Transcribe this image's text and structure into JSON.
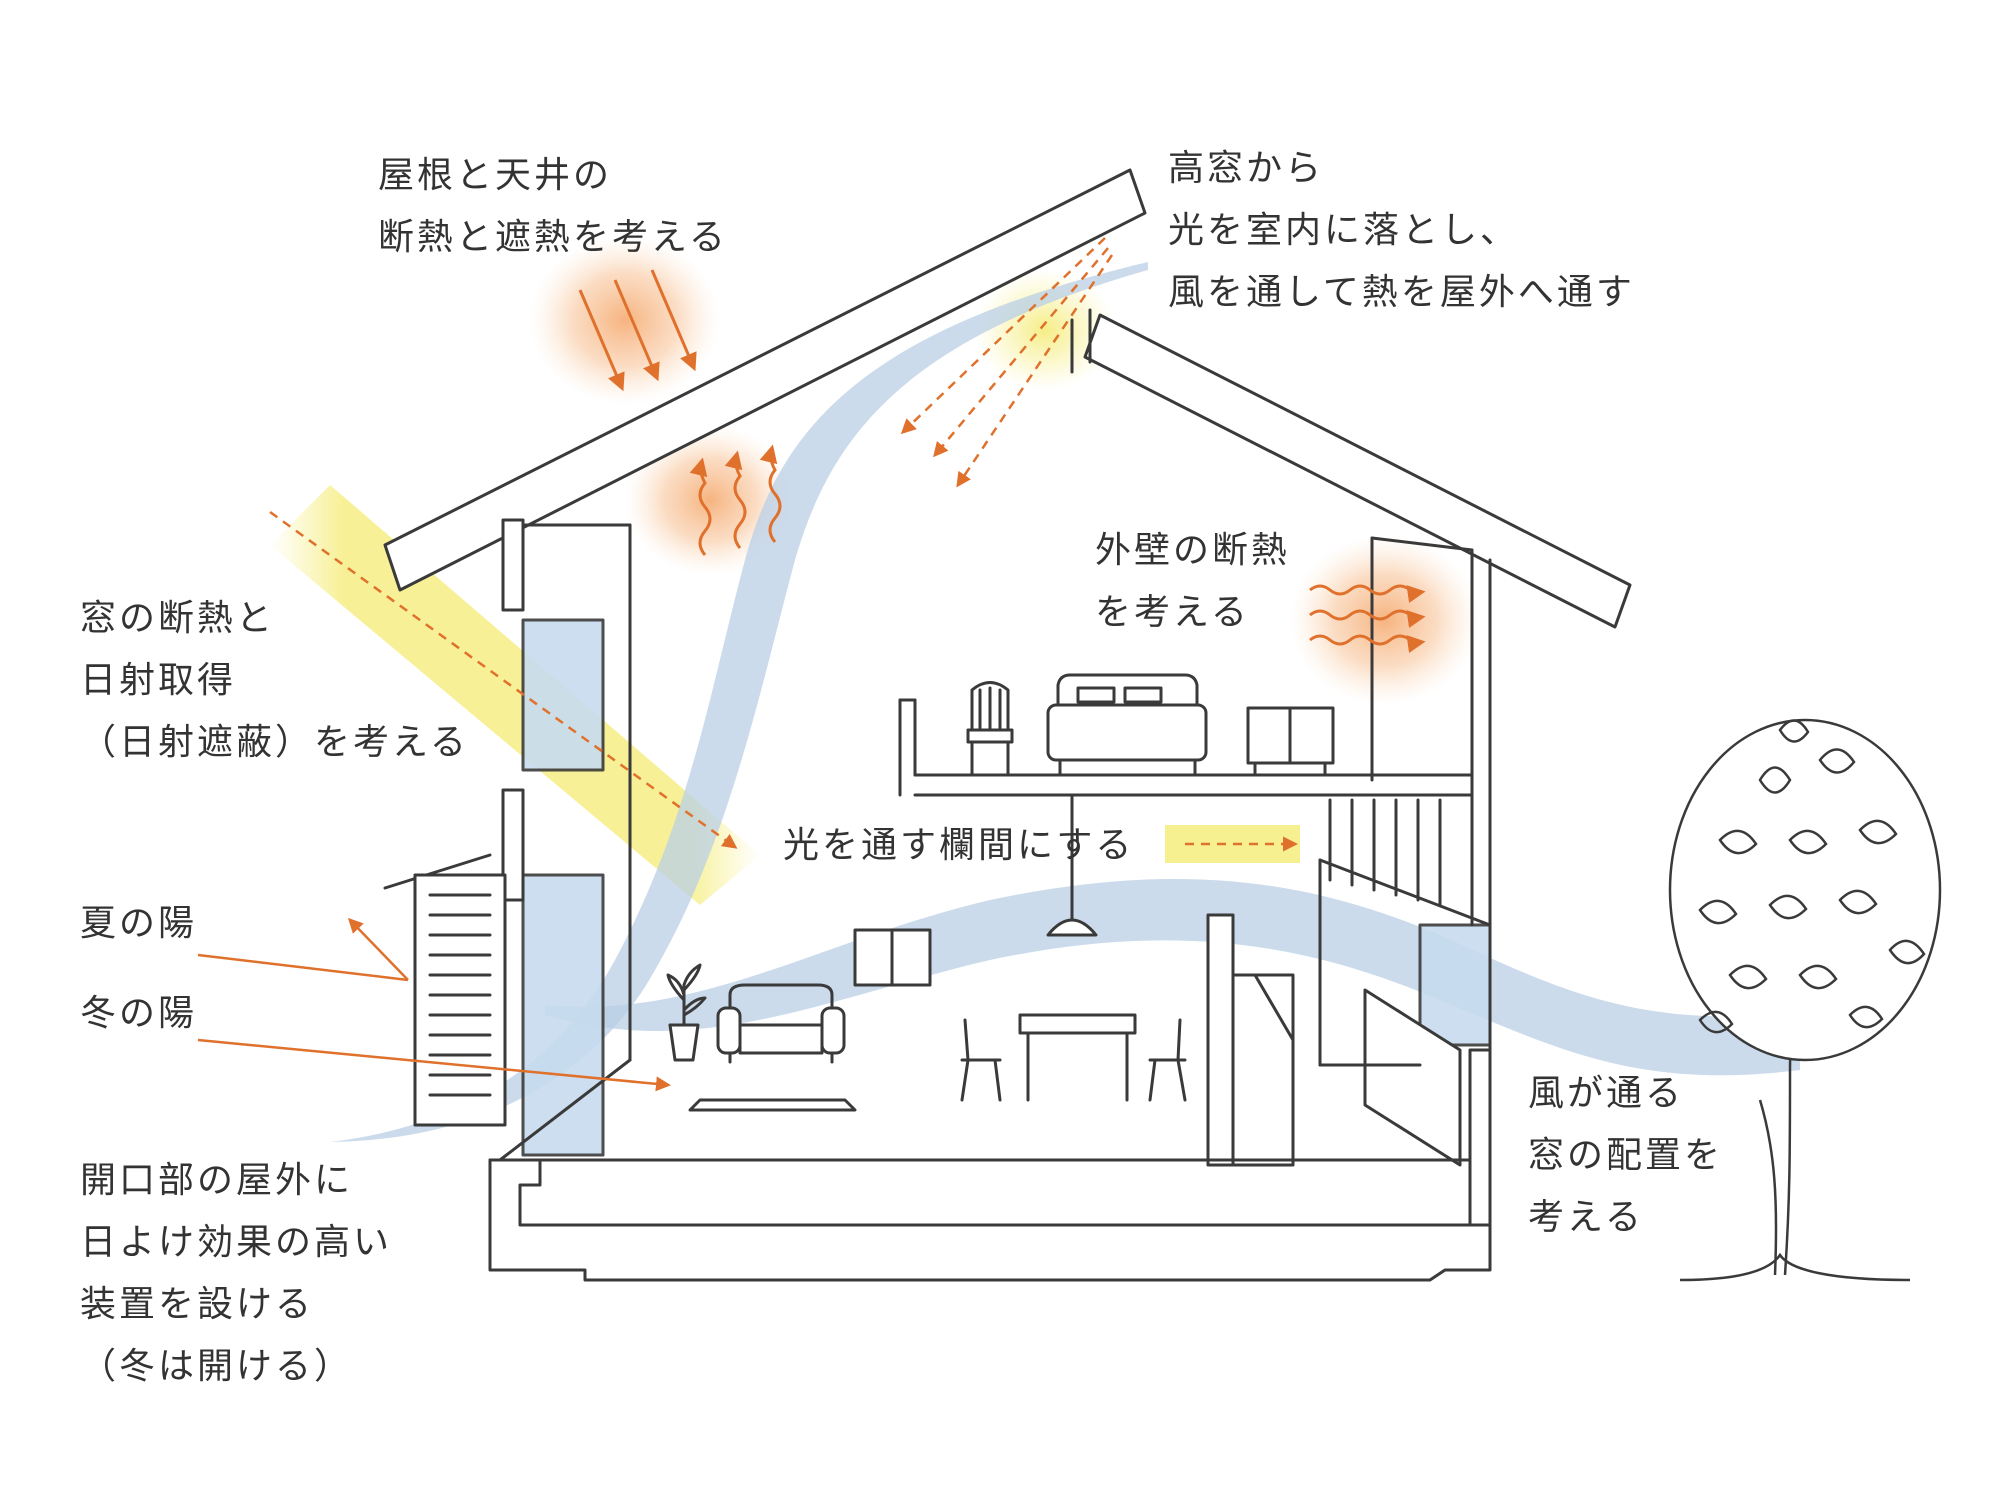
{
  "labels": {
    "roof": [
      "屋根と天井の",
      "断熱と遮熱を考える"
    ],
    "high_window": [
      "高窓から",
      "光を室内に落とし、",
      "風を通して熱を屋外へ通す"
    ],
    "exterior_wall": [
      "外壁の断熱",
      "を考える"
    ],
    "window": [
      "窓の断熱と",
      "日射取得",
      "（日射遮蔽）を考える"
    ],
    "transom": "光を通す欄間にする",
    "summer_sun": "夏の陽",
    "winter_sun": "冬の陽",
    "shading": [
      "開口部の屋外に",
      "日よけ効果の高い",
      "装置を設ける",
      "（冬は開ける）"
    ],
    "wind": [
      "風が通る",
      "窓の配置を",
      "考える"
    ]
  },
  "colors": {
    "line": "#3a3a3a",
    "heat_arrow": "#e0712c",
    "heat_glow": "#f6b27a",
    "sun_band": "#f7ef8a",
    "wind": "#b9cfe6",
    "window_glass": "#c7dbef"
  },
  "icons": [
    "heat-arrow-icon",
    "sun-ray-icon",
    "wind-flow-icon",
    "tree-icon",
    "shutter-icon"
  ]
}
